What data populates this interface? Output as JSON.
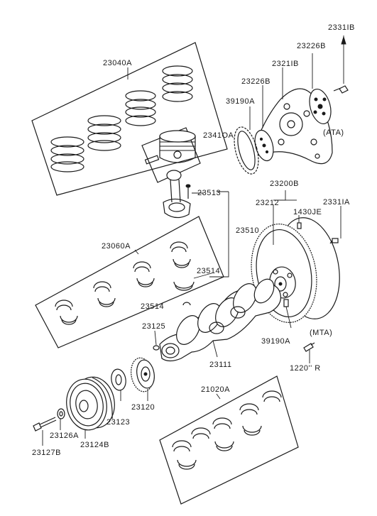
{
  "labels": {
    "piston_ring_set": "23040A",
    "bolt_flywheel": "2331IB",
    "plate_adapter_upper": "23226B",
    "drive_plate": "2321IB",
    "plate_adapter_lower": "23226B",
    "bolt_ring_gear_ata": "39190A",
    "ring_gear": "2341OA",
    "ata_note": "(ATA)",
    "conrod_bolt": "23513",
    "flywheel_assy": "23200B",
    "flywheel": "23212",
    "pin": "1430JE",
    "bolt_flywheel_mta": "2331IA",
    "bearing_set_conrod": "23060A",
    "conrod_assy": "23510",
    "bearing_upper": "23514",
    "bearing_lower": "23514",
    "key": "23125",
    "bolt_ring_gear_mta": "39190A",
    "mta_note": "(MTA)",
    "crankshaft": "23111",
    "bolt_1220": "1220'' R",
    "main_bearing_set": "21020A",
    "sprocket": "23120",
    "washer_thrust": "23123",
    "damper_pulley": "23124B",
    "washer": "23126A",
    "bolt_pulley": "23127B"
  }
}
